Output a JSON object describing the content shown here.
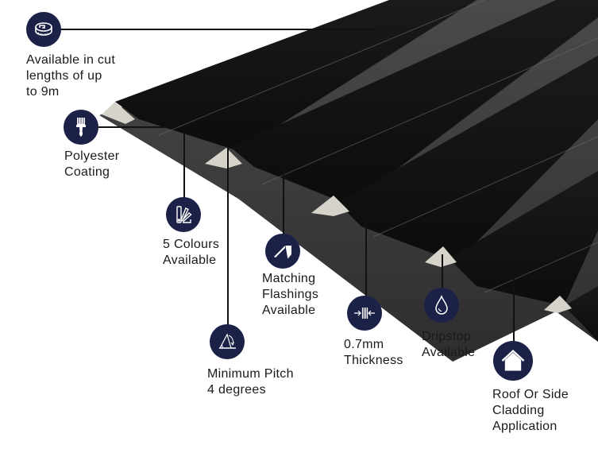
{
  "theme": {
    "icon_bg": "#1b2147",
    "icon_fg": "#ffffff",
    "sheet_dark": "#141414",
    "sheet_mid": "#3a3a3a",
    "sheet_light": "#5a5a5a",
    "underside": "#d8d6cc",
    "line": "#111111"
  },
  "features": [
    {
      "id": "cut-lengths",
      "icon": "tape-measure-icon",
      "lines": [
        "Available in cut",
        "lengths of up",
        "to 9m"
      ]
    },
    {
      "id": "coating",
      "icon": "paintbrush-icon",
      "lines": [
        "Polyester",
        "Coating"
      ]
    },
    {
      "id": "colours",
      "icon": "colour-swatch-icon",
      "lines": [
        "5 Colours",
        "Available"
      ]
    },
    {
      "id": "pitch",
      "icon": "angle-pitch-icon",
      "lines": [
        "Minimum Pitch",
        "4 degrees"
      ]
    },
    {
      "id": "flashings",
      "icon": "flashing-icon",
      "lines": [
        "Matching",
        "Flashings",
        "Available"
      ]
    },
    {
      "id": "thickness",
      "icon": "thickness-icon",
      "lines": [
        "0.7mm",
        "Thickness"
      ]
    },
    {
      "id": "dripstop",
      "icon": "water-drop-icon",
      "lines": [
        "Dripstop",
        "Available"
      ]
    },
    {
      "id": "cladding",
      "icon": "house-icon",
      "lines": [
        "Roof Or Side",
        "Cladding",
        "Application"
      ]
    }
  ]
}
